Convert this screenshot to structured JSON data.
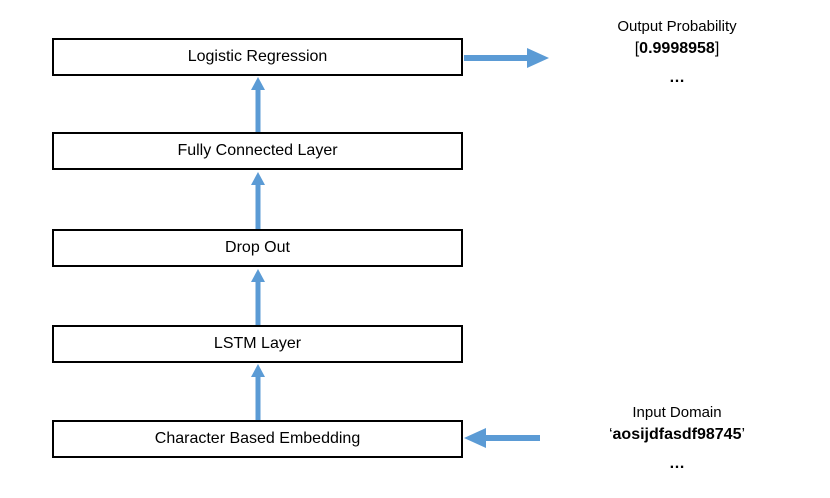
{
  "colors": {
    "arrow": "#5B9BD5",
    "box_border": "#000000",
    "text": "#000000",
    "background": "#FFFFFF"
  },
  "boxes": [
    {
      "label": "Logistic Regression"
    },
    {
      "label": "Fully Connected Layer"
    },
    {
      "label": "Drop Out"
    },
    {
      "label": "LSTM Layer"
    },
    {
      "label": "Character Based Embedding"
    }
  ],
  "output_annotation": {
    "title": "Output Probability",
    "bracket_open": "[",
    "value": "0.9998958",
    "bracket_close": "]",
    "ellipsis": "…"
  },
  "input_annotation": {
    "title": "Input Domain",
    "quote_open": "‘",
    "value": "aosijdfasdf98745",
    "quote_close": "’",
    "ellipsis": "…"
  }
}
